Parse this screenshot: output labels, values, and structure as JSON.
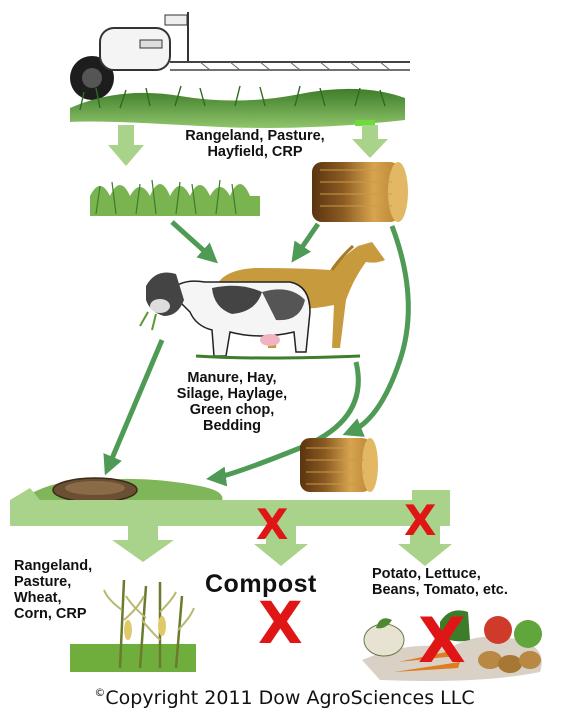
{
  "labels": {
    "top_crops": [
      "Rangeland, Pasture,",
      "Hayfield, CRP"
    ],
    "livestock_products": [
      "Manure, Hay,",
      "Silage, Haylage,",
      "Green chop,",
      "Bedding"
    ],
    "safe_crops": [
      "Rangeland,",
      "Pasture,",
      "Wheat,",
      "Corn, CRP"
    ],
    "sensitive_crops": [
      "Potato, Lettuce,",
      "Beans, Tomato, etc."
    ],
    "compost": "Compost",
    "restricted_mark": "X"
  },
  "copyright": {
    "symbol": "©",
    "text": "Copyright 2011 Dow AgroSciences LLC"
  },
  "colors": {
    "arrow_green": "#5fa35a",
    "arrow_light_green": "#a9d28a",
    "x_red": "#e01515",
    "grass_green": "#6fae3d"
  }
}
